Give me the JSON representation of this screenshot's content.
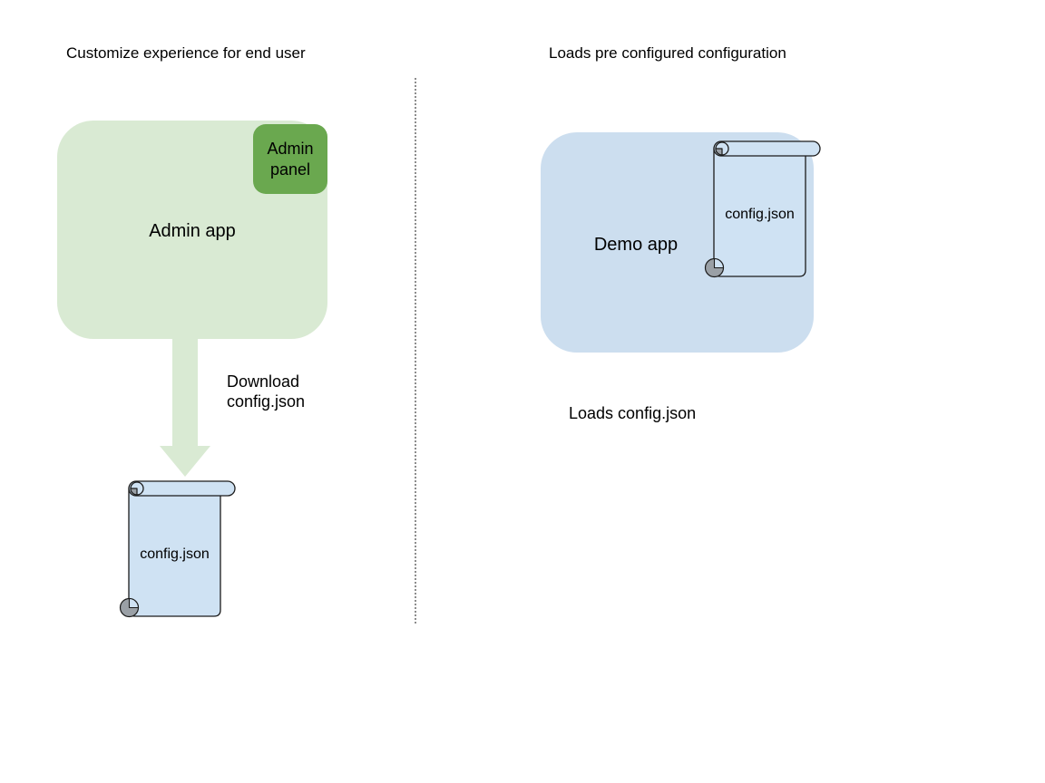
{
  "colors": {
    "light_green": "#d9ead3",
    "green": "#6aa84f",
    "light_blue": "#cfe2f3",
    "demo_blue": "#ccdeef",
    "curl_gray": "#9aa0a6",
    "outline": "#1b1b1b",
    "divider": "#8d8d8d",
    "text": "#000000"
  },
  "left": {
    "title": "Customize experience for end user",
    "admin_app_label": "Admin app",
    "admin_panel_label": "Admin\npanel",
    "arrow_label": "Download\nconfig.json",
    "scroll_label": "config.json"
  },
  "right": {
    "title": "Loads pre configured configuration",
    "demo_app_label": "Demo app",
    "scroll_label": "config.json",
    "caption": "Loads config.json"
  }
}
